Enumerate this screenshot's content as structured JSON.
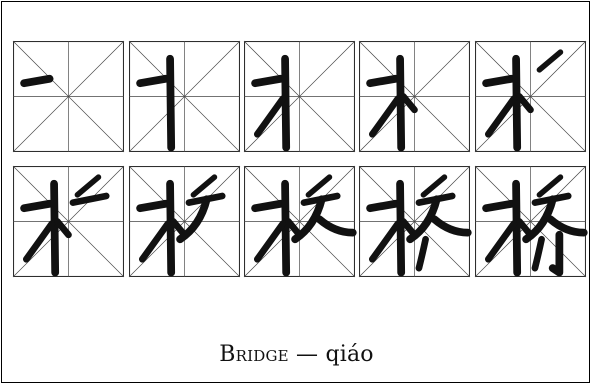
{
  "caption": {
    "word": "Bridge",
    "dash": "—",
    "pinyin": "qiáo"
  },
  "stroke_order": {
    "character": "桥",
    "steps": 10,
    "grid_style": "mizige",
    "stroke_color": "#111111"
  }
}
